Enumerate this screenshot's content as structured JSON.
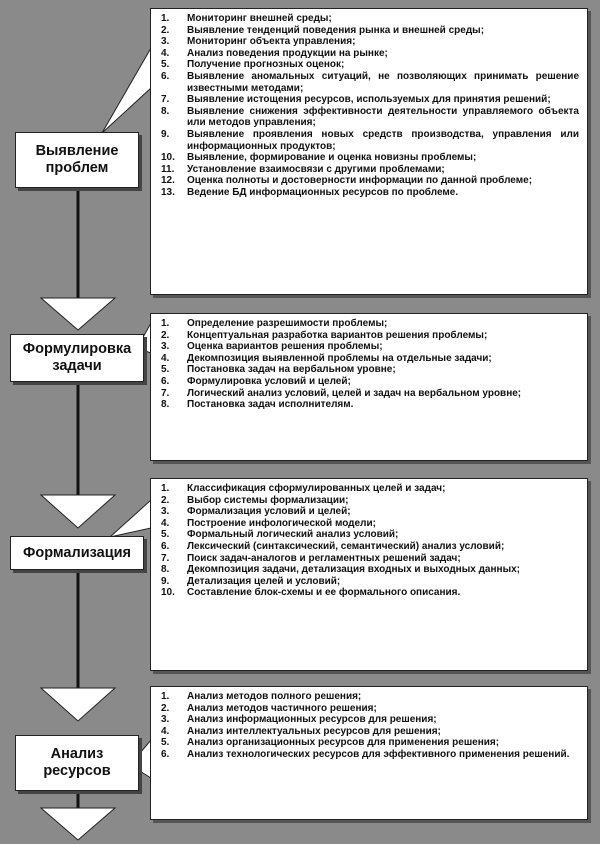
{
  "colors": {
    "background": "#8a8a8a",
    "box": "#ffffff",
    "line": "#111111",
    "shadow": "#555555"
  },
  "stages": [
    {
      "title": "Выявление\nпроблем",
      "items": [
        "Мониторинг внешней среды;",
        "Выявление тенденций поведения рынка и внешней среды;",
        "Мониторинг объекта управления;",
        "Анализ поведения продукции на рынке;",
        "Получение прогнозных оценок;",
        "Выявление аномальных ситуаций, не позволяющих принимать решение известными методами;",
        "Выявление истощения ресурсов, используемых для принятия решений;",
        "Выявление снижения эффективности деятельности управляемого объекта или методов управления;",
        "Выявление проявления новых средств производства, управления или информационных продуктов;",
        "Выявление, формирование и оценка новизны проблемы;",
        "Установление взаимосвязи с другими проблемами;",
        "Оценка полноты и достоверности информации по данной проблеме;",
        "Ведение БД информационных ресурсов по проблеме."
      ]
    },
    {
      "title": "Формулировка\nзадачи",
      "items": [
        "Определение разрешимости проблемы;",
        "Концептуальная разработка вариантов решения проблемы;",
        "Оценка вариантов решения проблемы;",
        "Декомпозиция выявленной проблемы на отдельные задачи;",
        "Постановка задач на вербальном уровне;",
        "Формулировка условий и целей;",
        "Логический анализ условий, целей и задач на вербальном уровне;",
        "Постановка задач исполнителям."
      ]
    },
    {
      "title": "Формализация",
      "items": [
        "Классификация сформулированных целей и задач;",
        "Выбор системы формализации;",
        "Формализация условий и целей;",
        "Построение инфологической модели;",
        "Формальный логический анализ условий;",
        "Лексический (синтаксический, семантический) анализ условий;",
        "Поиск задач-аналогов и регламентных решений задач;",
        "Декомпозиция задачи, детализация входных и выходных данных;",
        "Детализация целей и условий;",
        "Составление блок-схемы и ее формального описания."
      ]
    },
    {
      "title": "Анализ\nресурсов",
      "items": [
        "Анализ методов полного решения;",
        "Анализ методов частичного решения;",
        "Анализ информационных ресурсов для решения;",
        "Анализ интеллектуальных ресурсов для решения;",
        "Анализ организационных ресурсов для применения решения;",
        "Анализ технологических ресурсов для эффективного применения решений."
      ]
    }
  ]
}
